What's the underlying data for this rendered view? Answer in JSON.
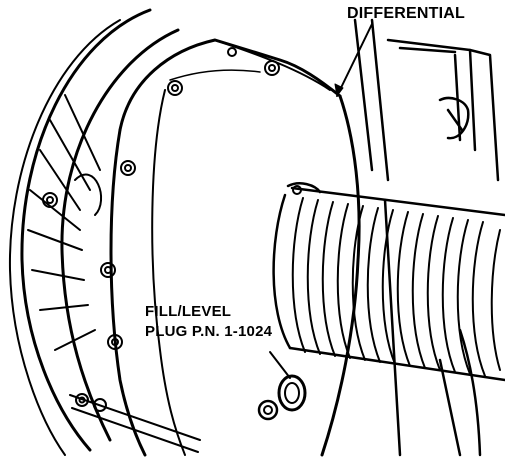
{
  "labels": {
    "differential": "DIFFERENTIAL",
    "fill_plug_line1": "FILL/LEVEL",
    "fill_plug_line2": "PLUG P.N. 1-1024"
  },
  "colors": {
    "ink": "#000000",
    "paper": "#ffffff"
  }
}
